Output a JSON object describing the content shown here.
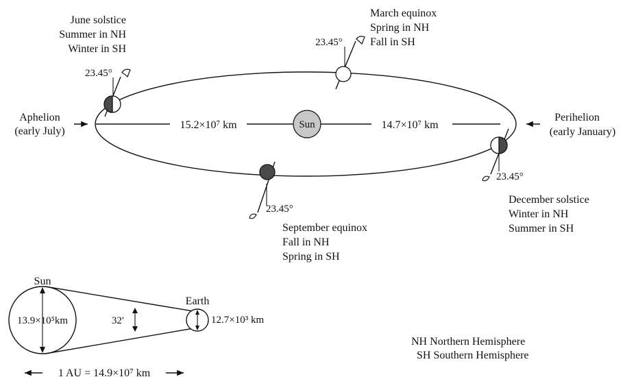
{
  "orbit": {
    "sun_label": "Sun",
    "aphelion": {
      "title": "Aphelion",
      "subtitle": "(early July)"
    },
    "perihelion": {
      "title": "Perihelion",
      "subtitle": "(early January)"
    },
    "aphelion_distance": "15.2×10⁷ km",
    "perihelion_distance": "14.7×10⁷ km",
    "tilt_label": "23.45°",
    "june": {
      "title": "June solstice",
      "line1": "Summer in NH",
      "line2": "Winter in SH"
    },
    "march": {
      "title": "March equinox",
      "line1": "Spring in NH",
      "line2": "Fall in SH"
    },
    "december": {
      "title": "December solstice",
      "line1": "Winter in NH",
      "line2": "Summer in SH"
    },
    "september": {
      "title": "September equinox",
      "line1": "Fall in NH",
      "line2": "Spring in SH"
    }
  },
  "geometry_inset": {
    "sun_label": "Sun",
    "earth_label": "Earth",
    "sun_diameter": "13.9×10⁵km",
    "earth_diameter": "12.7×10³ km",
    "angle": "32′",
    "au_label": "1 AU = 14.9×10⁷ km"
  },
  "legend": {
    "nh": "NH Northern Hemisphere",
    "sh": "SH Southern Hemisphere"
  },
  "colors": {
    "sun_fill": "#c8c8c8",
    "earth_dark": "#4a4a4a",
    "ink": "#111111"
  }
}
